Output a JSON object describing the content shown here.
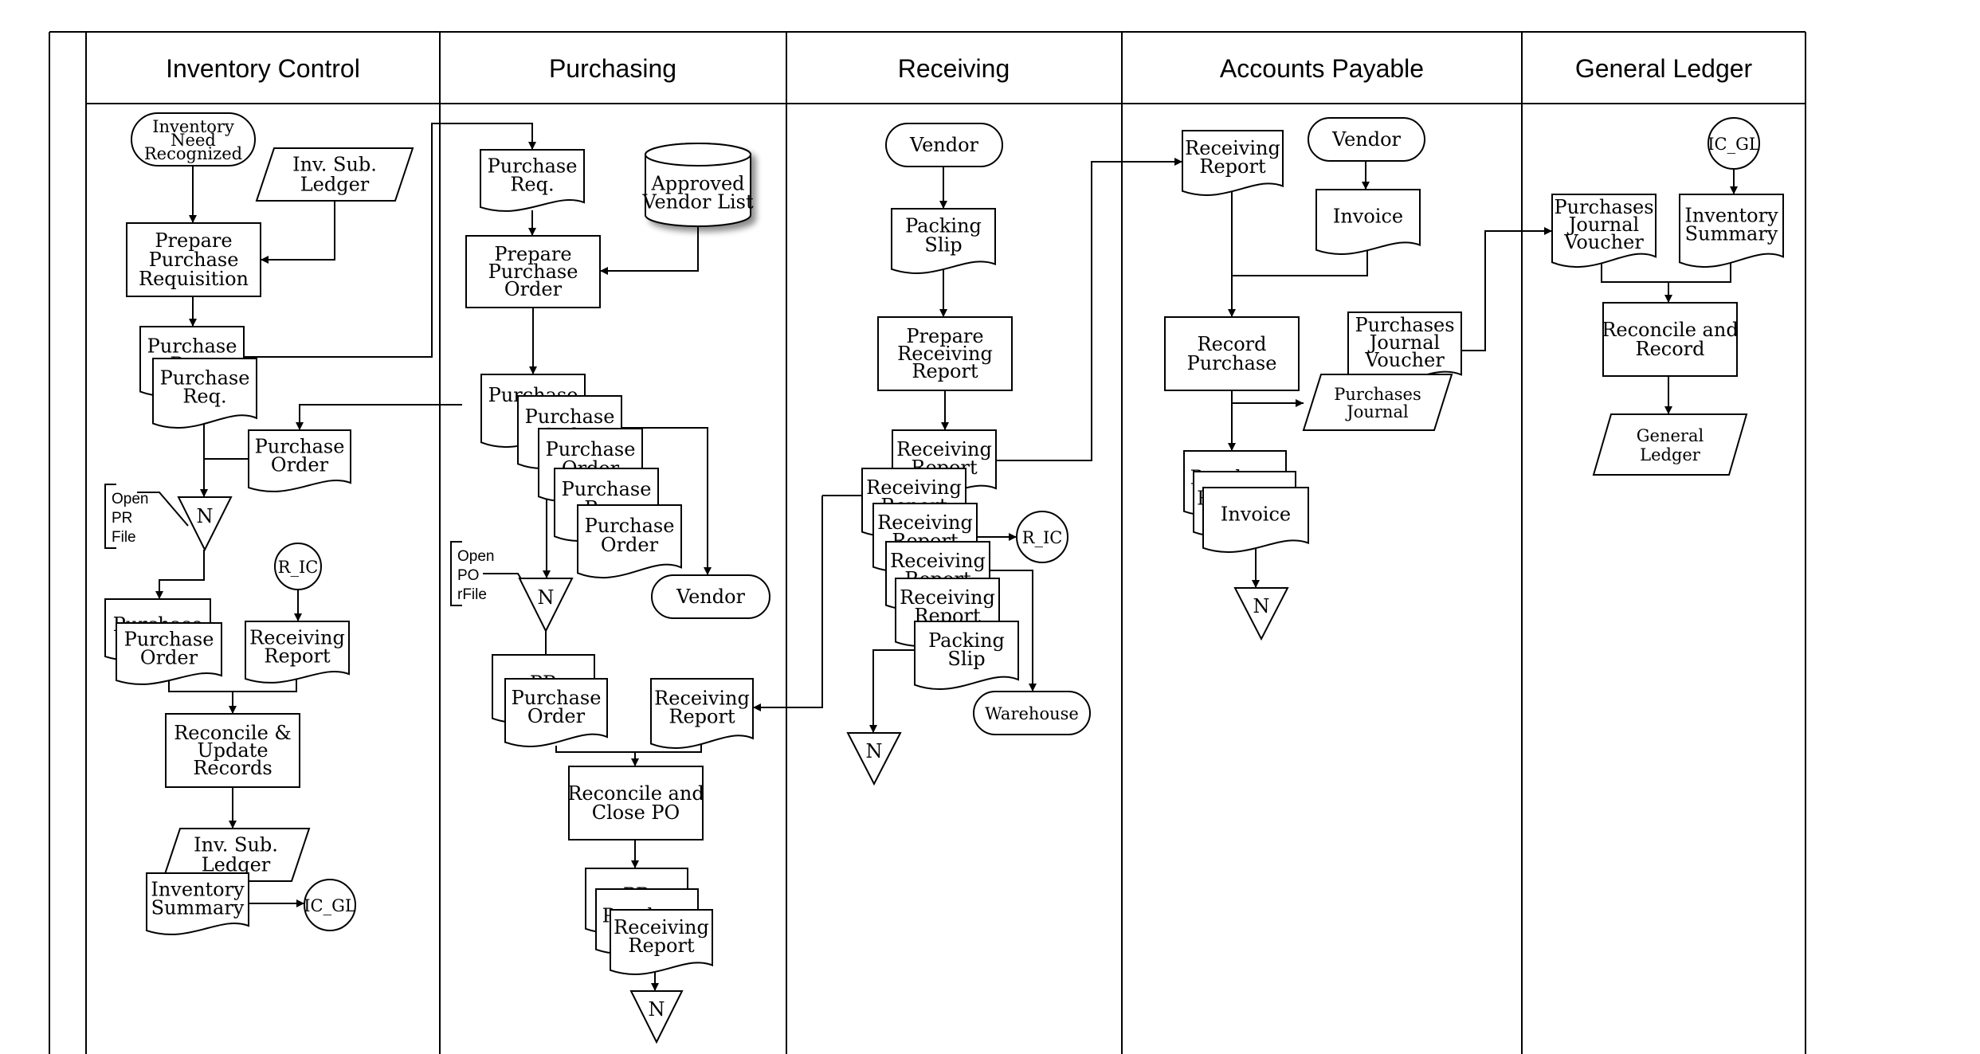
{
  "lanes": [
    {
      "title": "Inventory Control"
    },
    {
      "title": "Purchasing"
    },
    {
      "title": "Receiving"
    },
    {
      "title": "Accounts Payable"
    },
    {
      "title": "General Ledger"
    }
  ],
  "nodes": {
    "ic_need": {
      "lines": [
        "Inventory",
        "Need",
        "Recognized"
      ]
    },
    "ic_invsub1": {
      "lines": [
        "Inv. Sub.",
        "Ledger"
      ]
    },
    "ic_prepare_pr": {
      "lines": [
        "Prepare",
        "Purchase",
        "Requisition"
      ]
    },
    "ic_pr_back": {
      "lines": [
        "Purchase",
        "Req."
      ]
    },
    "ic_pr_front": {
      "lines": [
        "Purchase",
        "Req."
      ]
    },
    "ic_po": {
      "lines": [
        "Purchase",
        "Order"
      ]
    },
    "ic_open_pr": {
      "lines": [
        "Open",
        "PR",
        "File"
      ]
    },
    "ic_file_n1": {
      "lines": [
        "N"
      ]
    },
    "ic_ric": {
      "lines": [
        "R_IC"
      ]
    },
    "ic_pr_back2": {
      "lines": [
        "Purchase"
      ]
    },
    "ic_po2": {
      "lines": [
        "Purchase",
        "Order"
      ]
    },
    "ic_rr": {
      "lines": [
        "Receiving",
        "Report"
      ]
    },
    "ic_reconcile": {
      "lines": [
        "Reconcile &",
        "Update",
        "Records"
      ]
    },
    "ic_invsub2": {
      "lines": [
        "Inv. Sub.",
        "Ledger"
      ]
    },
    "ic_invsum": {
      "lines": [
        "Inventory",
        "Summary"
      ]
    },
    "ic_icgl": {
      "lines": [
        "IC_GL"
      ]
    },
    "pu_pr": {
      "lines": [
        "Purchase",
        "Req."
      ]
    },
    "pu_avl": {
      "lines": [
        "Approved",
        "Vendor List"
      ]
    },
    "pu_prepare_po": {
      "lines": [
        "Prepare",
        "Purchase",
        "Order"
      ]
    },
    "pu_po1": {
      "lines": [
        "Purchase",
        "Or"
      ]
    },
    "pu_po2": {
      "lines": [
        "Purchase",
        "Order"
      ]
    },
    "pu_po3": {
      "lines": [
        "Purchase",
        "Order"
      ]
    },
    "pu_pr2": {
      "lines": [
        "Purchase",
        "Req."
      ]
    },
    "pu_po4": {
      "lines": [
        "Purchase",
        "Order"
      ]
    },
    "pu_vendor": {
      "lines": [
        "Vendor"
      ]
    },
    "pu_open_po": {
      "lines": [
        "Open",
        "PO",
        "rFile"
      ]
    },
    "pu_file_n": {
      "lines": [
        "N"
      ]
    },
    "pu_prb": {
      "lines": [
        "PR"
      ]
    },
    "pu_po5": {
      "lines": [
        "Purchase",
        "Order"
      ]
    },
    "pu_rr": {
      "lines": [
        "Receiving",
        "Report"
      ]
    },
    "pu_close": {
      "lines": [
        "Reconcile and",
        "Close PO"
      ]
    },
    "pu_pr3": {
      "lines": [
        "PR"
      ]
    },
    "pu_purch3": {
      "lines": [
        "Purchase"
      ]
    },
    "pu_rr3": {
      "lines": [
        "Receiving",
        "Report"
      ]
    },
    "pu_file_n2": {
      "lines": [
        "N"
      ]
    },
    "rc_vendor": {
      "lines": [
        "Vendor"
      ]
    },
    "rc_slip": {
      "lines": [
        "Packing",
        "Slip"
      ]
    },
    "rc_prepare": {
      "lines": [
        "Prepare",
        "Receiving",
        "Report"
      ]
    },
    "rc_rr1": {
      "lines": [
        "Receiving",
        "Report"
      ]
    },
    "rc_rr2": {
      "lines": [
        "Receiving",
        "Report"
      ]
    },
    "rc_rr3": {
      "lines": [
        "Receiving",
        "Report"
      ]
    },
    "rc_rr4": {
      "lines": [
        "Receiving",
        "Report"
      ]
    },
    "rc_rr5": {
      "lines": [
        "Receiving",
        "Report"
      ]
    },
    "rc_slip2": {
      "lines": [
        "Packing",
        "Slip"
      ]
    },
    "rc_ric": {
      "lines": [
        "R_IC"
      ]
    },
    "rc_warehouse": {
      "lines": [
        "Warehouse"
      ]
    },
    "rc_file_n": {
      "lines": [
        "N"
      ]
    },
    "ap_rr": {
      "lines": [
        "Receiving",
        "Report"
      ]
    },
    "ap_vendor": {
      "lines": [
        "Vendor"
      ]
    },
    "ap_invoice": {
      "lines": [
        "Invoice"
      ]
    },
    "ap_record": {
      "lines": [
        "Record",
        "Purchase"
      ]
    },
    "ap_pjv": {
      "lines": [
        "Purchases",
        "Journal",
        "Voucher"
      ]
    },
    "ap_pj": {
      "lines": [
        "Purchases",
        "Journal"
      ]
    },
    "ap_purch": {
      "lines": [
        "Purchase"
      ]
    },
    "ap_recv": {
      "lines": [
        "Receiving"
      ]
    },
    "ap_invoice2": {
      "lines": [
        "Invoice"
      ]
    },
    "ap_file_n": {
      "lines": [
        "N"
      ]
    },
    "gl_icgl": {
      "lines": [
        "IC_GL"
      ]
    },
    "gl_pjv": {
      "lines": [
        "Purchases",
        "Journal",
        "Voucher"
      ]
    },
    "gl_invsum": {
      "lines": [
        "Inventory",
        "Summary"
      ]
    },
    "gl_reconcile": {
      "lines": [
        "Reconcile and",
        "Record"
      ]
    },
    "gl_ledger": {
      "lines": [
        "General",
        "Ledger"
      ]
    }
  }
}
